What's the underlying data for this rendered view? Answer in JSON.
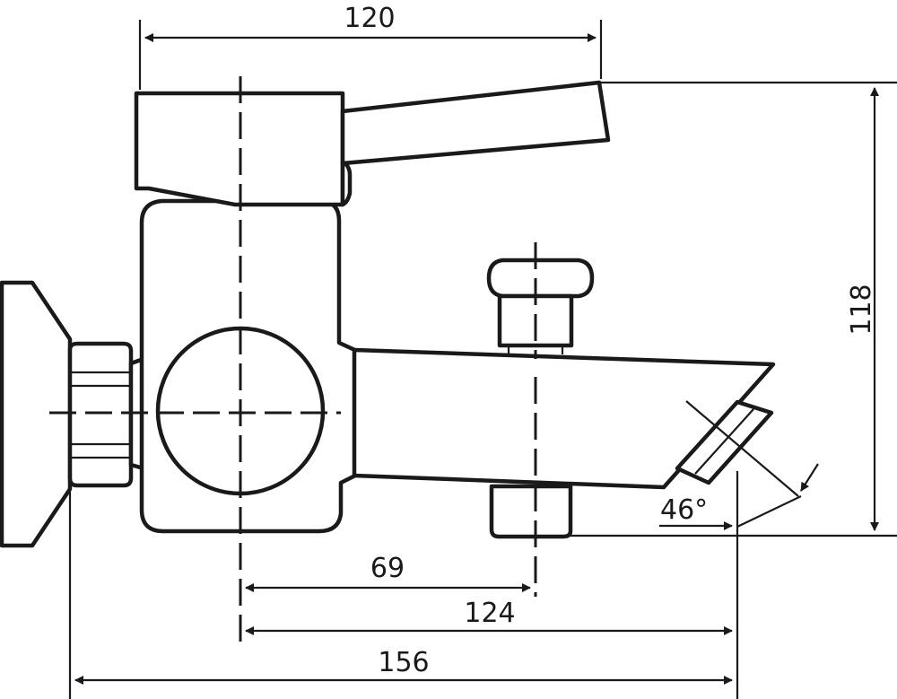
{
  "dimensions": {
    "total_width": "120",
    "total_height": "118",
    "spout_offset": "69",
    "outlet_offset": "124",
    "overall_length": "156",
    "outlet_angle": "46°"
  },
  "colors": {
    "line": "#1a1a1a",
    "background": "#ffffff"
  }
}
